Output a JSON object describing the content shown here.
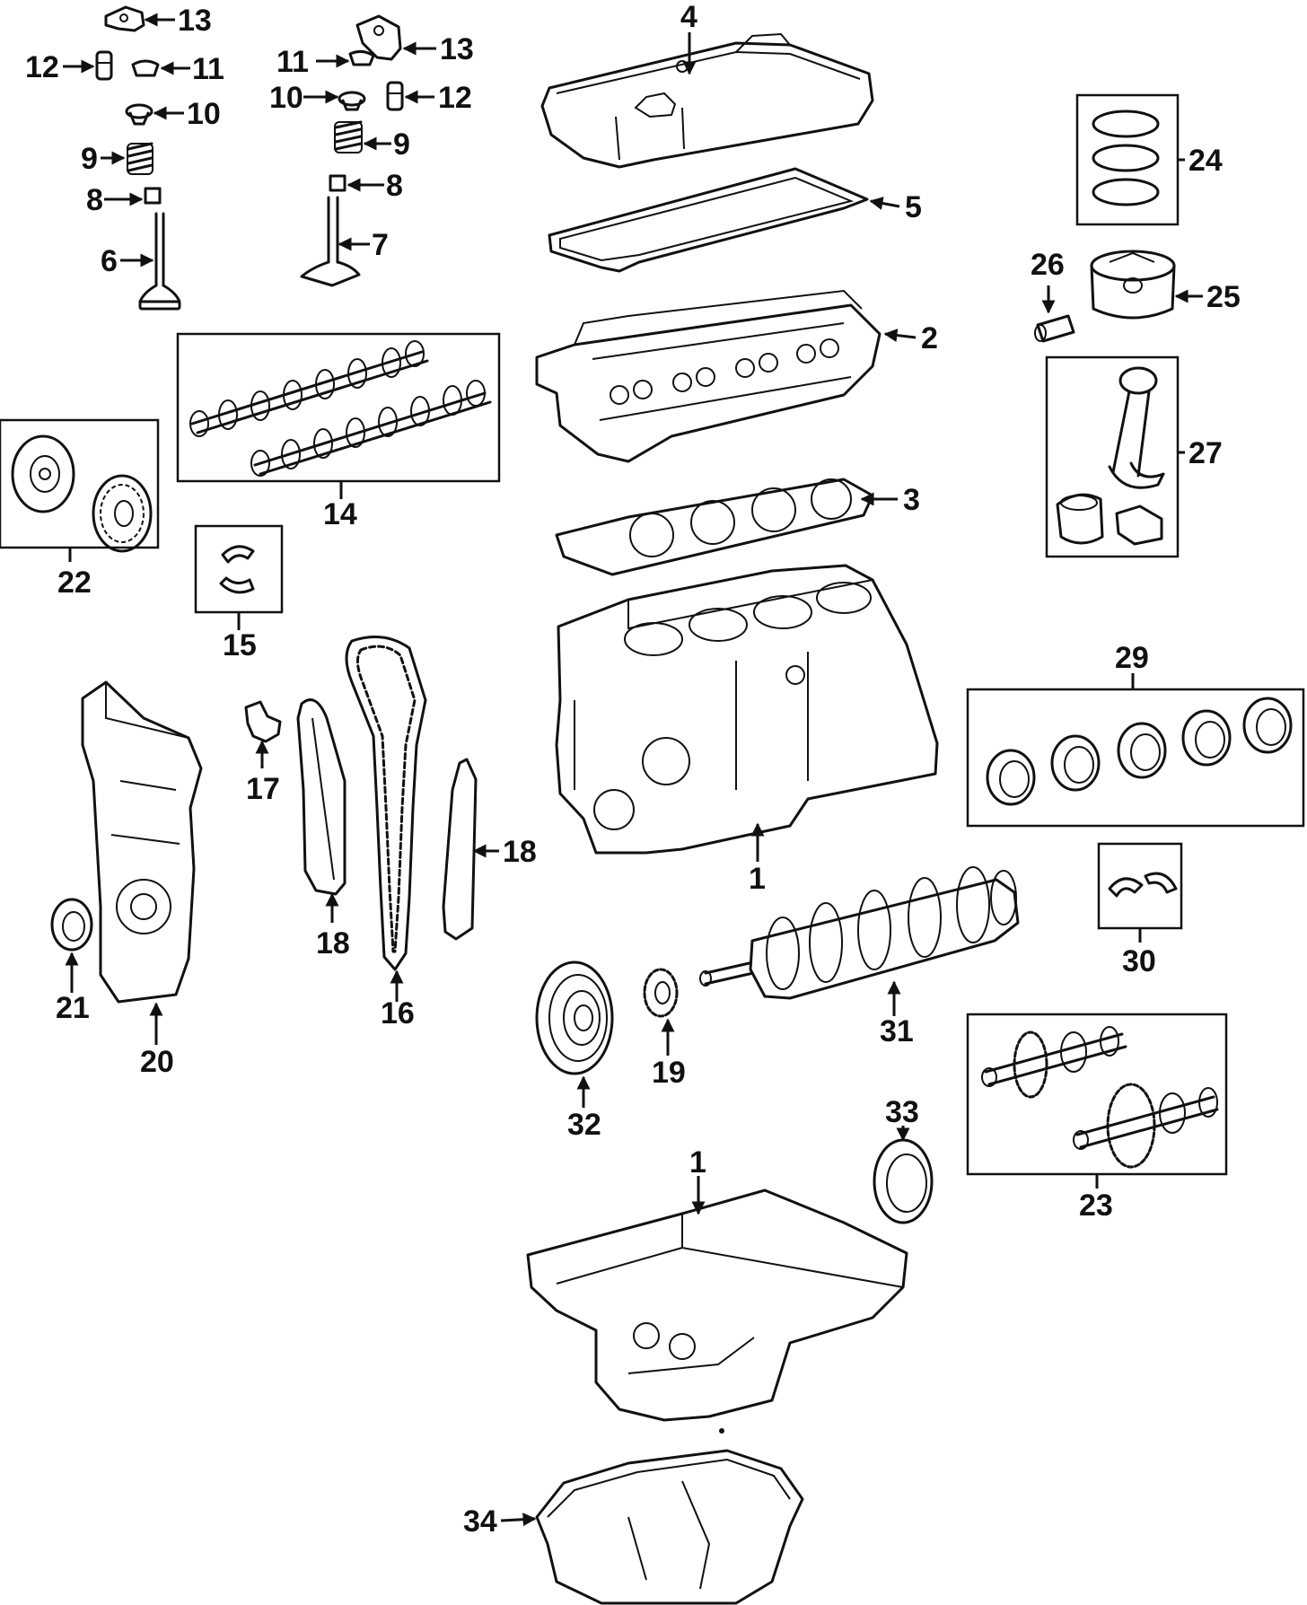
{
  "callouts": [
    {
      "id": "c13a",
      "text": "13"
    },
    {
      "id": "c12a",
      "text": "12"
    },
    {
      "id": "c11a",
      "text": "11"
    },
    {
      "id": "c10a",
      "text": "10"
    },
    {
      "id": "c9a",
      "text": "9"
    },
    {
      "id": "c8a",
      "text": "8"
    },
    {
      "id": "c6",
      "text": "6"
    },
    {
      "id": "c13b",
      "text": "13"
    },
    {
      "id": "c11b",
      "text": "11"
    },
    {
      "id": "c10b",
      "text": "10"
    },
    {
      "id": "c12b",
      "text": "12"
    },
    {
      "id": "c9b",
      "text": "9"
    },
    {
      "id": "c8b",
      "text": "8"
    },
    {
      "id": "c7",
      "text": "7"
    },
    {
      "id": "c4",
      "text": "4"
    },
    {
      "id": "c5",
      "text": "5"
    },
    {
      "id": "c2",
      "text": "2"
    },
    {
      "id": "c3",
      "text": "3"
    },
    {
      "id": "c24",
      "text": "24"
    },
    {
      "id": "c26",
      "text": "26"
    },
    {
      "id": "c25",
      "text": "25"
    },
    {
      "id": "c27",
      "text": "27"
    },
    {
      "id": "c14",
      "text": "14"
    },
    {
      "id": "c22",
      "text": "22"
    },
    {
      "id": "c15",
      "text": "15"
    },
    {
      "id": "c29",
      "text": "29"
    },
    {
      "id": "c1a",
      "text": "1"
    },
    {
      "id": "c17",
      "text": "17"
    },
    {
      "id": "c18a",
      "text": "18"
    },
    {
      "id": "c18b",
      "text": "18"
    },
    {
      "id": "c16",
      "text": "16"
    },
    {
      "id": "c21",
      "text": "21"
    },
    {
      "id": "c20",
      "text": "20"
    },
    {
      "id": "c30",
      "text": "30"
    },
    {
      "id": "c31",
      "text": "31"
    },
    {
      "id": "c19",
      "text": "19"
    },
    {
      "id": "c32",
      "text": "32"
    },
    {
      "id": "c33",
      "text": "33"
    },
    {
      "id": "c23",
      "text": "23"
    },
    {
      "id": "c1b",
      "text": "1"
    },
    {
      "id": "c34",
      "text": "34"
    }
  ]
}
